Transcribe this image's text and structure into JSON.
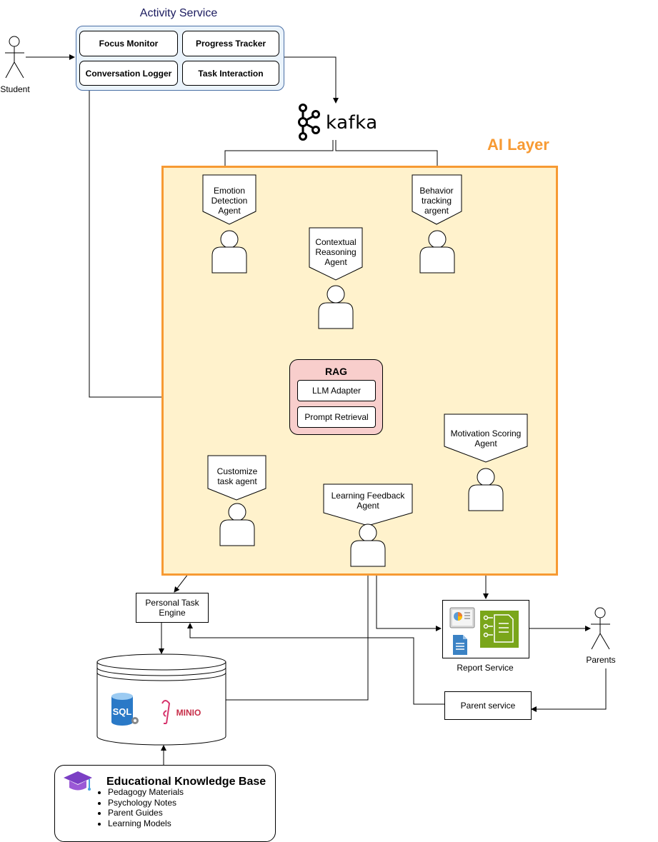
{
  "activity_service": {
    "title": "Activity Service",
    "items": [
      "Focus Monitor",
      "Progress Tracker",
      "Conversation Logger",
      "Task Interaction"
    ]
  },
  "actors": {
    "student": "Student",
    "parents": "Parents"
  },
  "kafka": {
    "label": "kafka"
  },
  "ai_layer": {
    "title": "AI Layer",
    "agents": {
      "emotion": "Emotion Detection Agent",
      "behavior": "Behavior tracking argent",
      "contextual": "Contextual Reasoning Agent",
      "motivation": "Motivation Scoring Agent",
      "customize": "Customize task agent",
      "feedback": "Learning Feedback Agent"
    },
    "rag": {
      "title": "RAG",
      "items": [
        "LLM Adapter",
        "Prompt Retrieval"
      ]
    }
  },
  "personal_task_engine": "Personal Task Engine",
  "report_service": "Report Service",
  "parent_service": "Parent service",
  "database": {
    "sql_label": "SQL",
    "minio_label": "MINIO"
  },
  "knowledge_base": {
    "title": "Educational Knowledge Base",
    "items": [
      "Pedagogy Materials",
      "Psychology Notes",
      "Parent Guides",
      "Learning Models"
    ]
  },
  "colors": {
    "ai_layer_border": "#f79a33",
    "ai_layer_fill": "#fff2cc",
    "rag_fill": "#f8cecc",
    "activity_fill": "#eaf3fb",
    "activity_title": "#1a1a5e"
  }
}
